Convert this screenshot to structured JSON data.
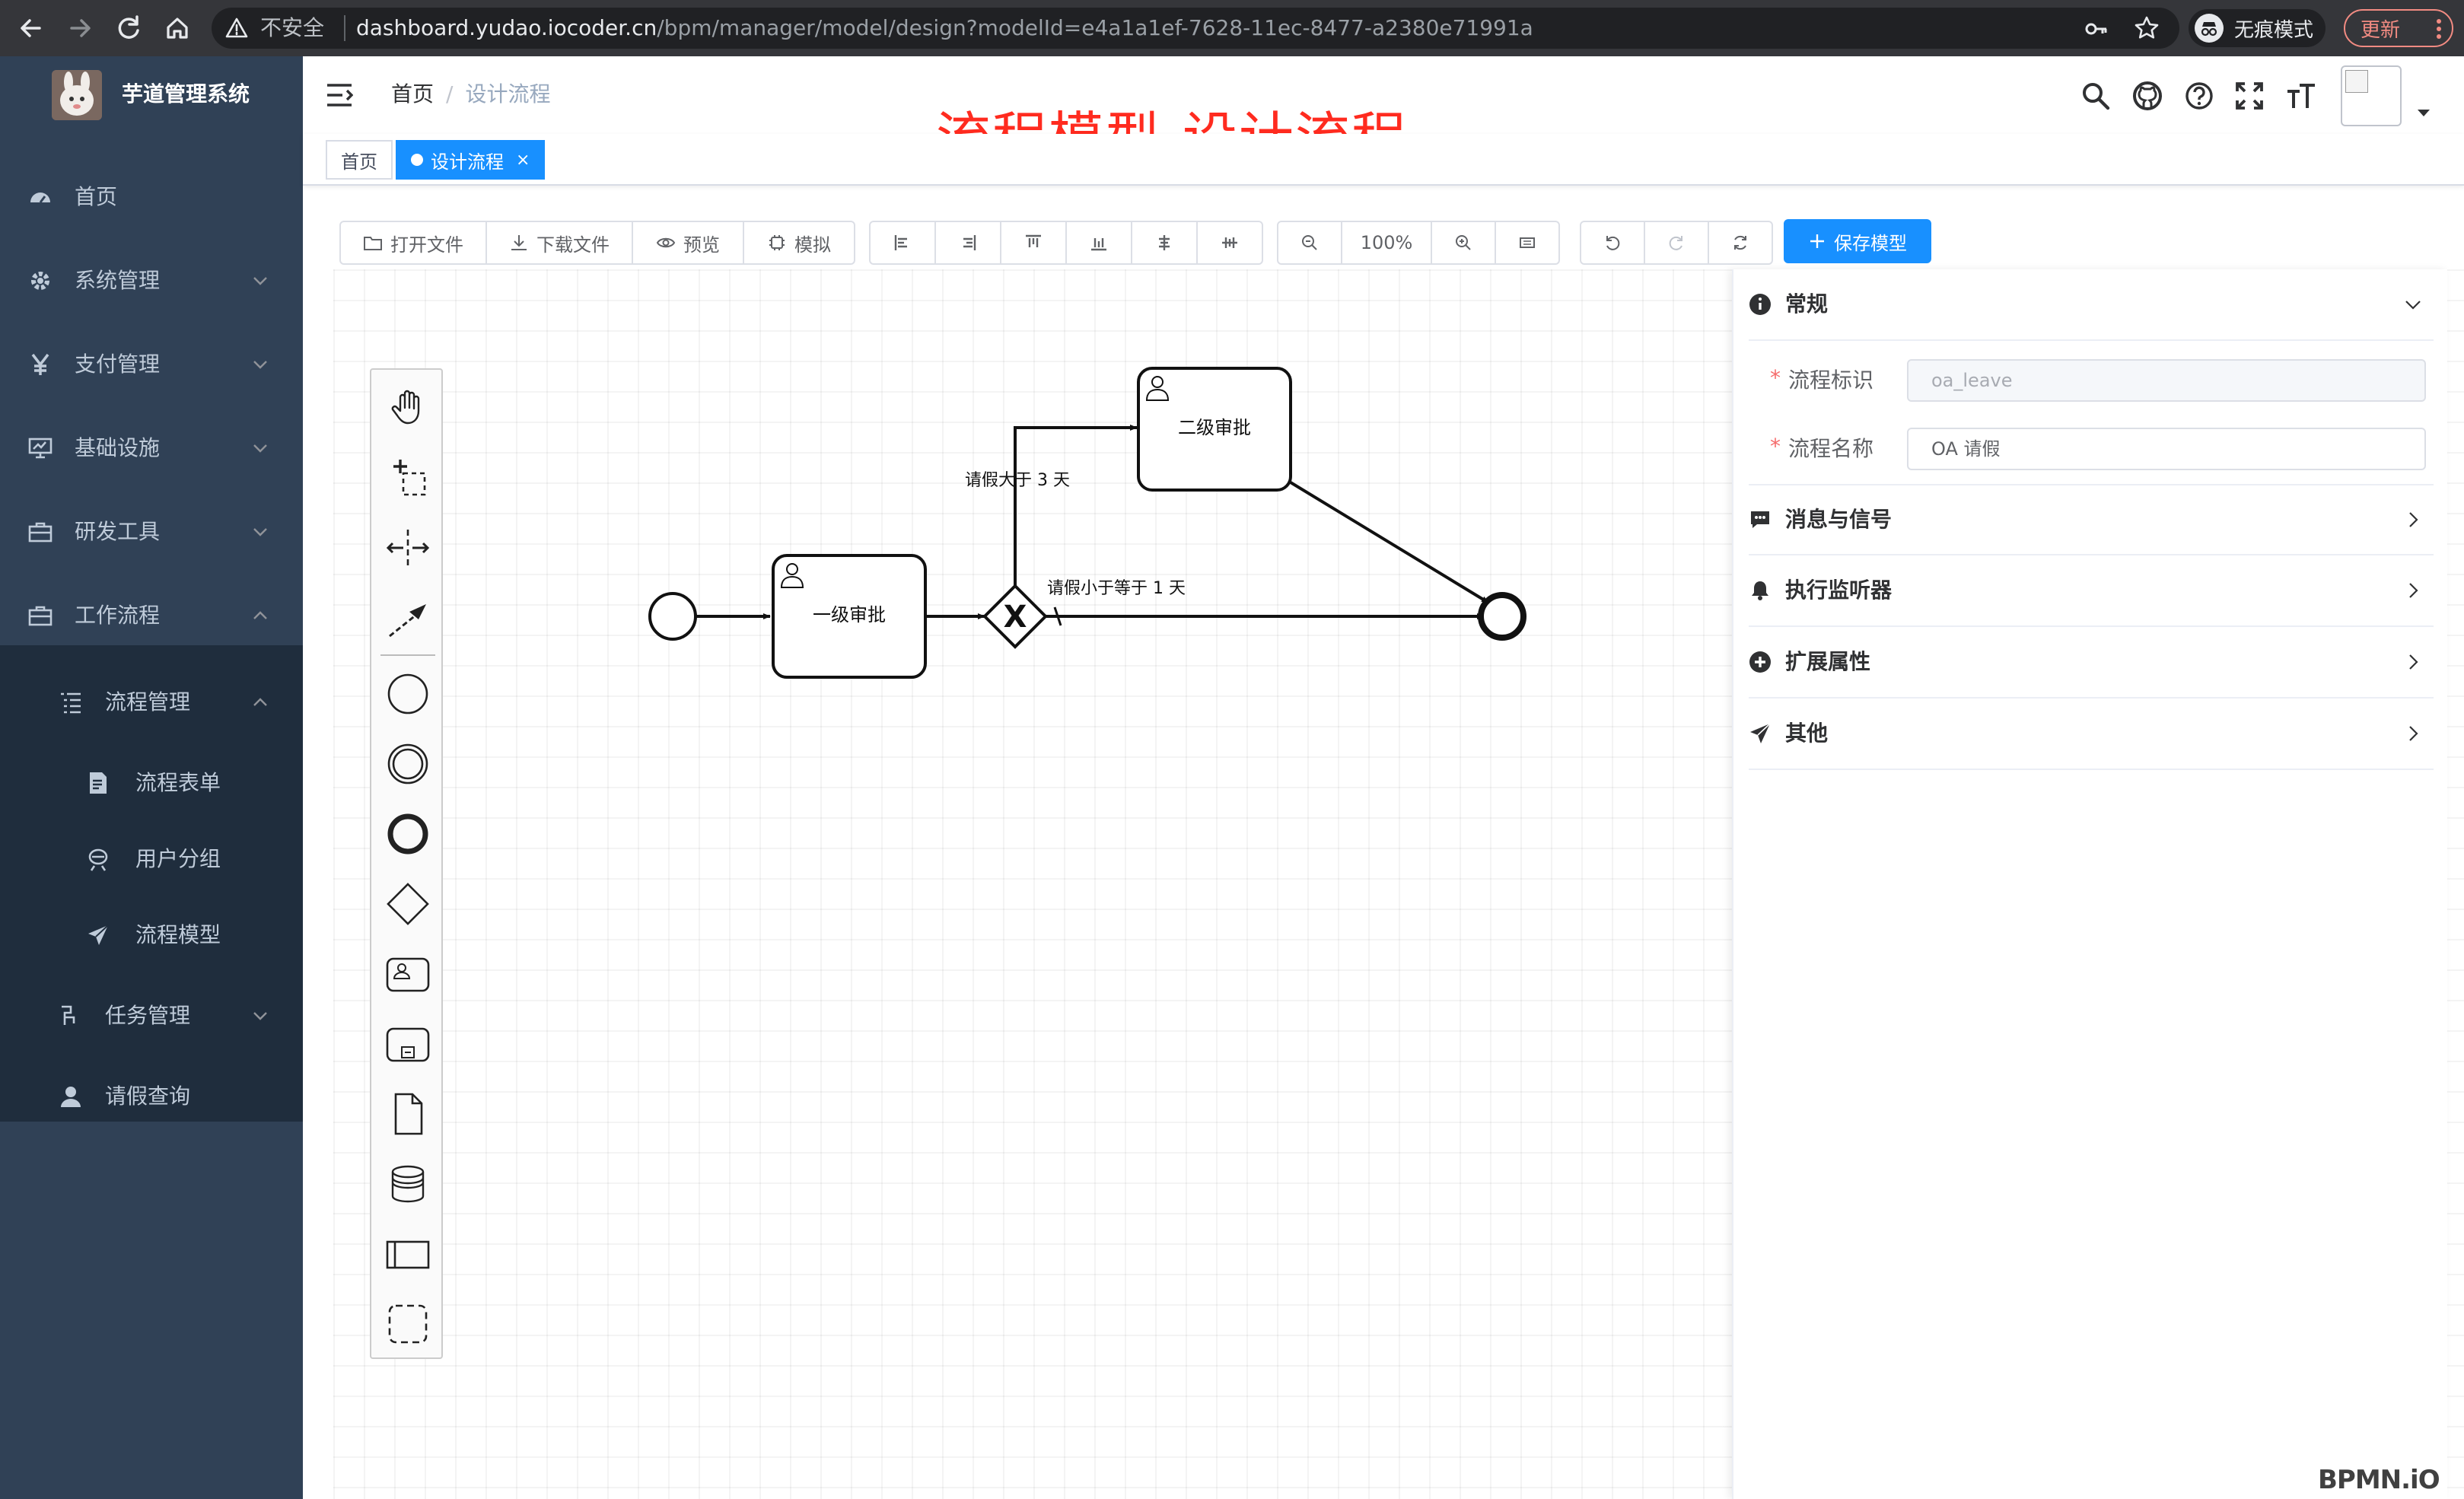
{
  "browser": {
    "insecure_label": "不安全",
    "url_host": "dashboard.yudao.iocoder.cn",
    "url_path": "/bpm/manager/model/design?modelId=e4a1a1ef-7628-11ec-8477-a2380e71991a",
    "incognito_label": "无痕模式",
    "update_label": "更新"
  },
  "sidebar": {
    "app_title": "芋道管理系统",
    "items": [
      {
        "label": "首页",
        "icon": "dashboard-icon"
      },
      {
        "label": "系统管理",
        "icon": "gear-icon"
      },
      {
        "label": "支付管理",
        "icon": "yen-icon"
      },
      {
        "label": "基础设施",
        "icon": "monitor-icon"
      },
      {
        "label": "研发工具",
        "icon": "toolbox-icon"
      },
      {
        "label": "工作流程",
        "icon": "toolbox-icon"
      },
      {
        "label": "流程管理",
        "icon": "list-icon"
      },
      {
        "label": "流程表单",
        "icon": "form-icon"
      },
      {
        "label": "用户分组",
        "icon": "group-icon"
      },
      {
        "label": "流程模型",
        "icon": "send-icon"
      },
      {
        "label": "任务管理",
        "icon": "task-icon"
      },
      {
        "label": "请假查询",
        "icon": "user-icon"
      }
    ]
  },
  "header": {
    "breadcrumb_home": "首页",
    "breadcrumb_sep": "/",
    "breadcrumb_current": "设计流程"
  },
  "overlay_title": "流程模型-设计流程",
  "tags": {
    "home": "首页",
    "active": "设计流程",
    "close": "×"
  },
  "toolbar": {
    "open_file": "打开文件",
    "download_file": "下载文件",
    "preview": "预览",
    "simulate": "模拟",
    "zoom": "100%",
    "save_model": "保存模型"
  },
  "diagram": {
    "task1": "一级审批",
    "task2": "二级审批",
    "flow_label_gt3": "请假大于 3 天",
    "flow_label_le1": "请假小于等于 1 天",
    "gateway_mark": "X"
  },
  "bpmn_logo": "BPMN.iO",
  "panel": {
    "general": "常规",
    "process_id_label": "流程标识",
    "process_id_value": "oa_leave",
    "process_name_label": "流程名称",
    "process_name_value": "OA 请假",
    "required_mark": "*",
    "messages_signals": "消息与信号",
    "execution_listener": "执行监听器",
    "extension_props": "扩展属性",
    "other": "其他"
  },
  "colors": {
    "sidebar_bg": "#304156",
    "sidebar_sub_bg": "#1f2d3d",
    "primary": "#1890ff",
    "overlay_red": "#ff2b1f"
  }
}
